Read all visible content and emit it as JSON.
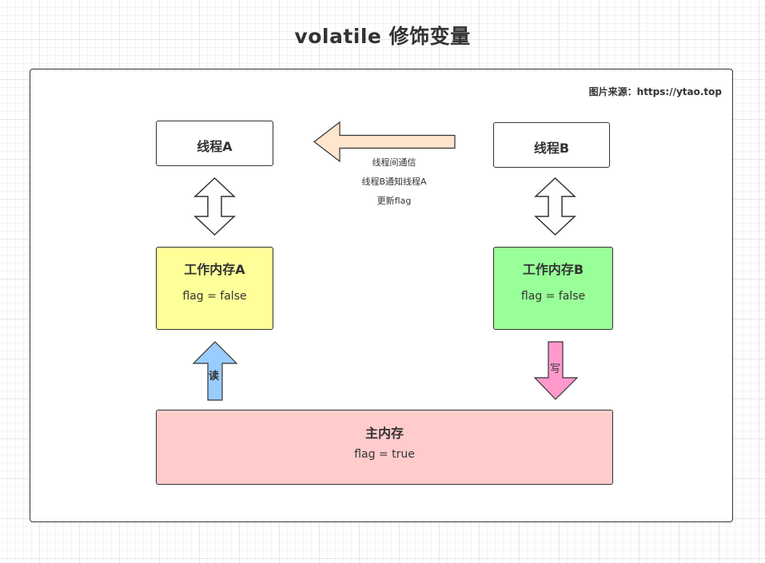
{
  "title": "volatile 修饰变量",
  "source": "图片来源：https://ytao.top",
  "thread_a": {
    "label": "线程A"
  },
  "thread_b": {
    "label": "线程B"
  },
  "communication": {
    "line1": "线程间通信",
    "line2": "线程B通知线程A",
    "line3": "更新flag"
  },
  "working_memory_a": {
    "title": "工作内存A",
    "value": "flag = false"
  },
  "working_memory_b": {
    "title": "工作内存B",
    "value": "flag = false"
  },
  "read_arrow": {
    "label": "读"
  },
  "write_arrow": {
    "label": "写"
  },
  "main_memory": {
    "title": "主内存",
    "value": "flag = true"
  },
  "colors": {
    "working_memory_a_fill": "#ffff99",
    "working_memory_b_fill": "#99ff99",
    "main_memory_fill": "#ffcccc",
    "read_arrow_fill": "#99ccff",
    "write_arrow_fill": "#ff99cc",
    "communication_arrow_fill": "#ffe6cc",
    "stroke": "#333333"
  }
}
